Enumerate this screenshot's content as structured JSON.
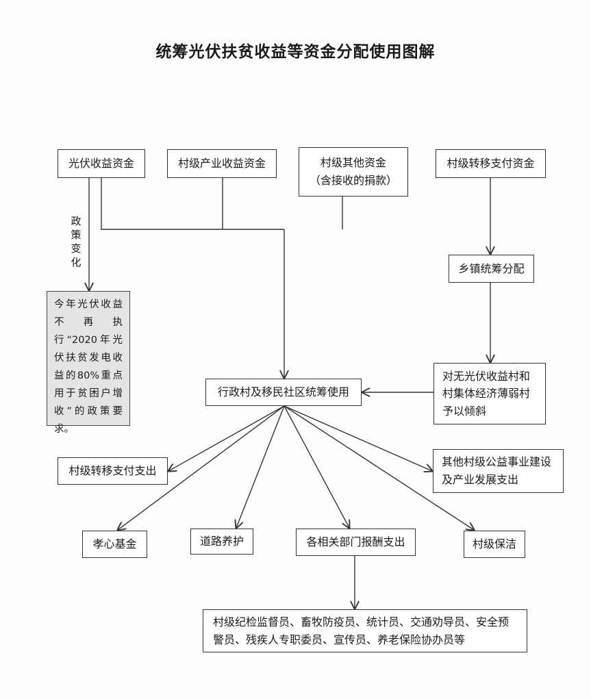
{
  "title": "统筹光伏扶贫收益等资金分配使用图解",
  "sources": {
    "pv_income": "光伏收益资金",
    "industry_income": "村级产业收益资金",
    "other_funds_line1": "村级其他资金",
    "other_funds_line2": "（含接收的捐款）",
    "transfer_funds": "村级转移支付资金"
  },
  "policy_change_label": "政策变化",
  "policy_note": "今年光伏收益不再执行“2020年光伏扶贫发电收益的80%重点用于贫困户增收”的政策要求。",
  "township_allocation": "乡镇统筹分配",
  "tilt_box": "对无光伏收益村和村集体经济薄弱村予以倾斜",
  "central": "行政村及移民社区统筹使用",
  "uses": {
    "transfer_expense": "村级转移支付支出",
    "public_welfare": "其他村级公益事业建设及产业发展支出",
    "filial_fund": "孝心基金",
    "road_maintenance": "道路养护",
    "dept_remuneration": "各相关部门报酬支出",
    "village_cleaning": "村级保洁"
  },
  "staff_list": "村级纪检监督员、畜牧防疫员、统计员、交通劝导员、安全预警员、残疾人专职委员、宣传员、养老保险协办员等"
}
